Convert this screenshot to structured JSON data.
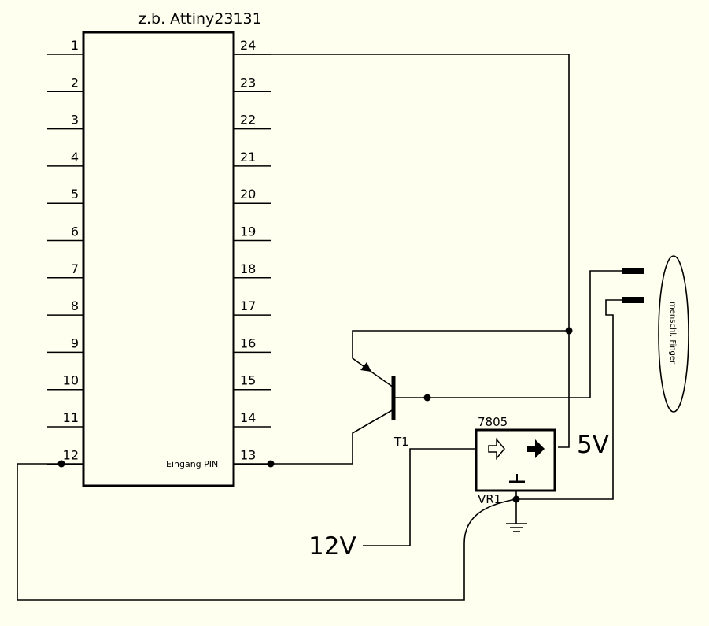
{
  "chip": {
    "title": "z.b. Attiny23131",
    "left_pins": [
      "1",
      "2",
      "3",
      "4",
      "5",
      "6",
      "7",
      "8",
      "9",
      "10",
      "11",
      "12"
    ],
    "right_pins": [
      "24",
      "23",
      "22",
      "21",
      "20",
      "19",
      "18",
      "17",
      "16",
      "15",
      "14",
      "13"
    ],
    "input_pin_label": "Eingang PIN"
  },
  "transistor": {
    "label": "T1"
  },
  "regulator": {
    "part": "7805",
    "ref": "VR1"
  },
  "supply": {
    "input_label": "12V",
    "output_label": "5V"
  },
  "finger": {
    "label": "menschl. Finger"
  }
}
